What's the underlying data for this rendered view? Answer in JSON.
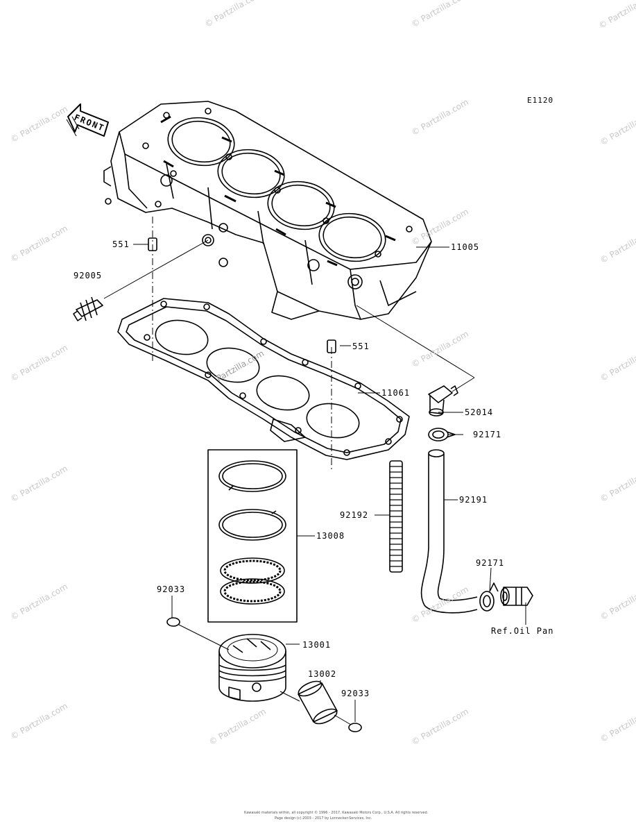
{
  "diagram_code": "E1120",
  "front_label": "FRONT",
  "watermark": "© Partzilla.com",
  "gasket_watermark": "Partzilla.com",
  "labels": {
    "p551_a": "551",
    "p92005": "92005",
    "p11005": "11005",
    "p551_b": "551",
    "p11061": "11061",
    "p52014": "52014",
    "p92171_a": "92171",
    "p92192": "92192",
    "p13008": "13008",
    "p92191": "92191",
    "p92171_b": "92171",
    "p92033_a": "92033",
    "ref_oil_pan": "Ref.Oil Pan",
    "p13001": "13001",
    "p13002": "13002",
    "p92033_b": "92033"
  },
  "footer": {
    "line1": "Kawasaki materials within, all copyright © 1996 - 2017, Kawasaki Motors Corp., U.S.A. All rights reserved.",
    "line2": "Page design (c) 2003 - 2017 by Lonnecker-Services, Inc."
  }
}
